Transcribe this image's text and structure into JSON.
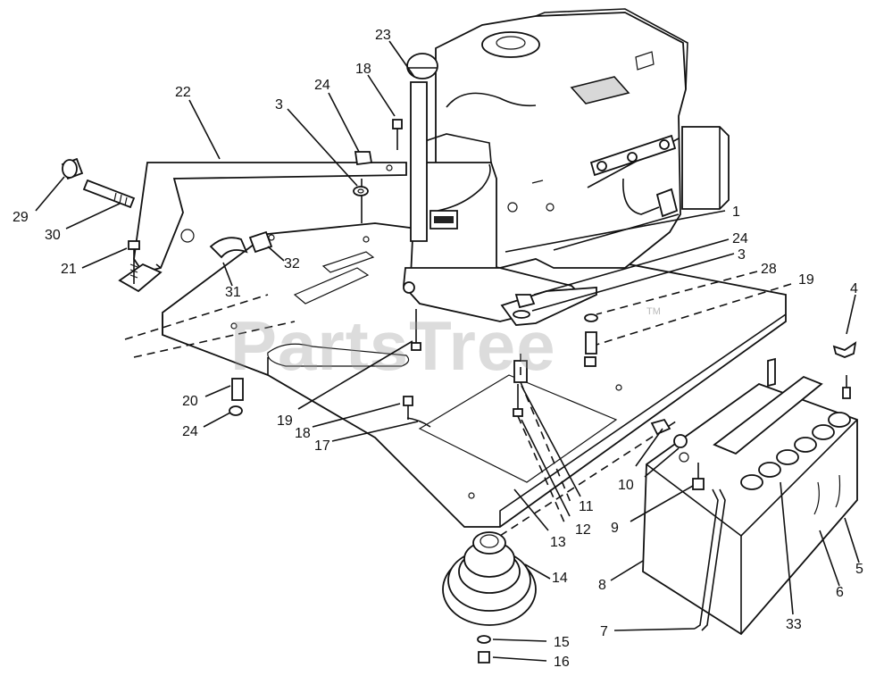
{
  "watermark": {
    "text": "PartsTree",
    "trademark": "TM"
  },
  "callouts": [
    {
      "id": "c23",
      "label": "23"
    },
    {
      "id": "c18a",
      "label": "18"
    },
    {
      "id": "c24a",
      "label": "24"
    },
    {
      "id": "c3a",
      "label": "3"
    },
    {
      "id": "c22",
      "label": "22"
    },
    {
      "id": "c29",
      "label": "29"
    },
    {
      "id": "c30",
      "label": "30"
    },
    {
      "id": "c21",
      "label": "21"
    },
    {
      "id": "c32",
      "label": "32"
    },
    {
      "id": "c31",
      "label": "31"
    },
    {
      "id": "c1",
      "label": "1"
    },
    {
      "id": "c24b",
      "label": "24"
    },
    {
      "id": "c3b",
      "label": "3"
    },
    {
      "id": "c28",
      "label": "28"
    },
    {
      "id": "c19a",
      "label": "19"
    },
    {
      "id": "c4",
      "label": "4"
    },
    {
      "id": "c20",
      "label": "20"
    },
    {
      "id": "c24c",
      "label": "24"
    },
    {
      "id": "c19b",
      "label": "19"
    },
    {
      "id": "c18b",
      "label": "18"
    },
    {
      "id": "c17",
      "label": "17"
    },
    {
      "id": "c10",
      "label": "10"
    },
    {
      "id": "c11",
      "label": "11"
    },
    {
      "id": "c12",
      "label": "12"
    },
    {
      "id": "c13",
      "label": "13"
    },
    {
      "id": "c9",
      "label": "9"
    },
    {
      "id": "c14",
      "label": "14"
    },
    {
      "id": "c8",
      "label": "8"
    },
    {
      "id": "c5",
      "label": "5"
    },
    {
      "id": "c6",
      "label": "6"
    },
    {
      "id": "c33",
      "label": "33"
    },
    {
      "id": "c7",
      "label": "7"
    },
    {
      "id": "c15",
      "label": "15"
    },
    {
      "id": "c16",
      "label": "16"
    }
  ]
}
